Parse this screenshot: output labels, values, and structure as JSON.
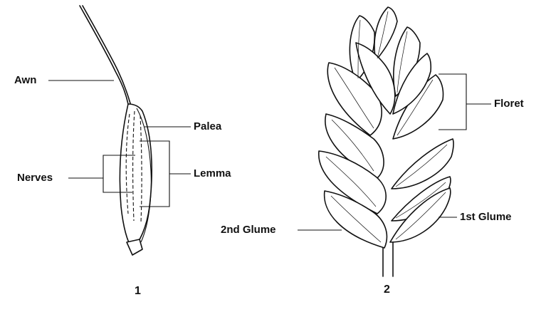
{
  "figure_1": {
    "number": "1",
    "labels": {
      "awn": "Awn",
      "palea": "Palea",
      "nerves": "Nerves",
      "lemma": "Lemma"
    }
  },
  "figure_2": {
    "number": "2",
    "labels": {
      "floret": "Floret",
      "first_glume": "1st Glume",
      "second_glume": "2nd Glume"
    }
  }
}
